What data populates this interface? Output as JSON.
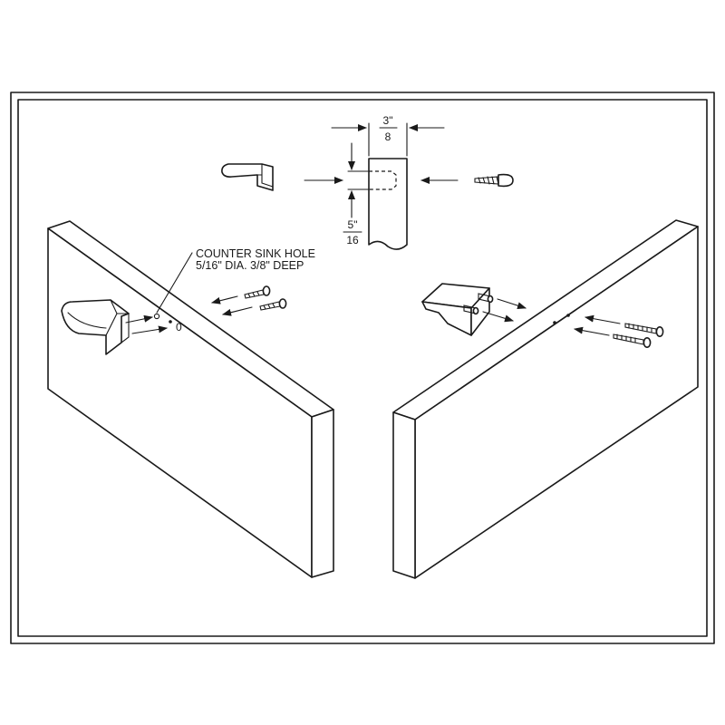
{
  "callout": {
    "line1": "COUNTER SINK HOLE",
    "line2": "5/16\" DIA. 3/8\" DEEP"
  },
  "dimensions": {
    "width": {
      "numerator": "3\"",
      "denominator": "8"
    },
    "offset": {
      "numerator": "5\"",
      "denominator": "16"
    }
  },
  "colors": {
    "ink": "#1a1a1a",
    "paper": "#ffffff"
  }
}
